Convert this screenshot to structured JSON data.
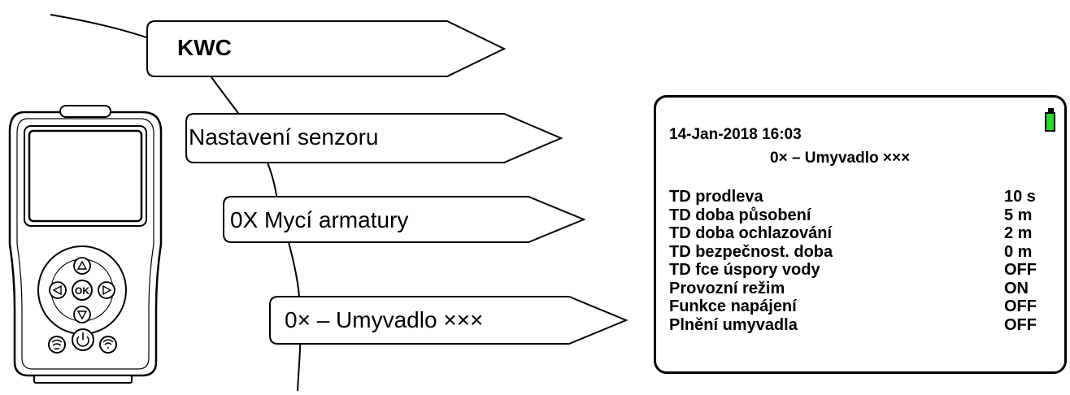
{
  "menu_path": [
    {
      "label": "KWC",
      "bold": true
    },
    {
      "label": "Nastavení senzoru",
      "bold": false
    },
    {
      "label": "0X Mycí armatury",
      "bold": false
    },
    {
      "label": "0× – Umyvadlo ×××",
      "bold": false
    }
  ],
  "device": {
    "ok_button_label": "OK",
    "screen_color": "#ffffff"
  },
  "screen": {
    "datetime": "14-Jan-2018 16:03",
    "title": "0× – Umyvadlo ×××",
    "battery_color": "#22dd22",
    "rows": [
      {
        "label": "TD prodleva",
        "value": "10 s"
      },
      {
        "label": "TD doba působení",
        "value": "5 m"
      },
      {
        "label": "TD doba ochlazování",
        "value": "2 m"
      },
      {
        "label": "TD bezpečnost. doba",
        "value": "0 m"
      },
      {
        "label": "TD fce úspory vody",
        "value": "OFF"
      },
      {
        "label": "Provozní režim",
        "value": "ON"
      },
      {
        "label": "Funkce napájení",
        "value": "OFF"
      },
      {
        "label": "Plnění umyvadla",
        "value": "OFF"
      }
    ]
  }
}
